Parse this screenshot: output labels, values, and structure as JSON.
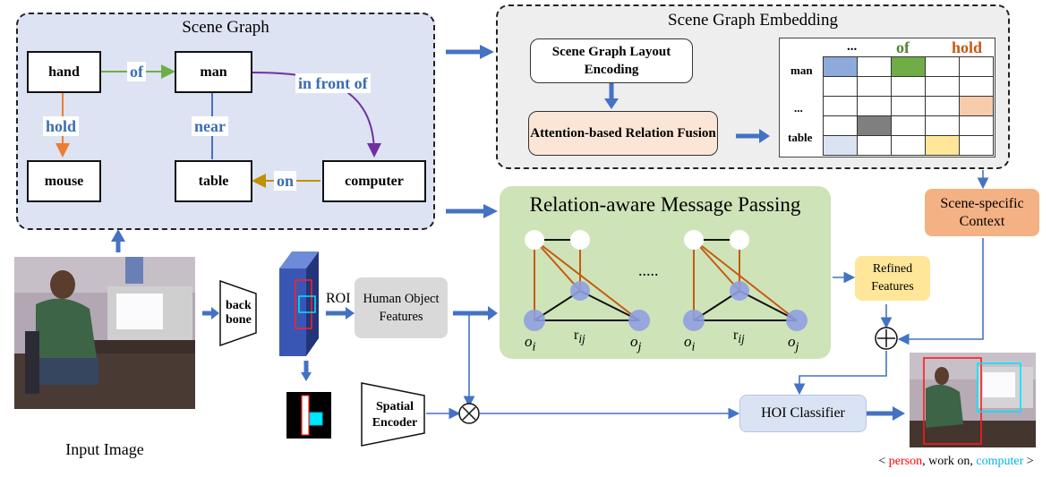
{
  "scene_graph": {
    "title": "Scene Graph",
    "nodes": {
      "hand": "hand",
      "man": "man",
      "mouse": "mouse",
      "table": "table",
      "computer": "computer"
    },
    "edges": {
      "of": "of",
      "in_front_of": "in front of",
      "hold": "hold",
      "near": "near",
      "on": "on"
    }
  },
  "embedding": {
    "title": "Scene Graph Embedding",
    "layout_encoding": "Scene Graph Layout Encoding",
    "attention_fusion": "Attention-based Relation Fusion",
    "matrix": {
      "col_headers": [
        "...",
        "of",
        "hold"
      ],
      "row_labels": [
        "man",
        "...",
        "table"
      ]
    }
  },
  "message_passing": {
    "title": "Relation-aware Message Passing",
    "dots": ".....",
    "labels": {
      "oi": "o",
      "oi_sub": "i",
      "rij": "r",
      "rij_sub": "ij",
      "oj": "o",
      "oj_sub": "j"
    }
  },
  "pipeline": {
    "input_caption": "Input Image",
    "backbone": "back bone",
    "roi": "ROI",
    "human_object_features": "Human Object Features",
    "spatial_encoder": "Spatial Encoder",
    "refined_features": "Refined Features",
    "scene_context": "Scene-specific Context",
    "hoi_classifier": "HOI Classifier"
  },
  "output": {
    "open": "< ",
    "person": "person",
    "sep": ", work on, ",
    "object": "computer",
    "close": " >"
  },
  "colors": {
    "arrow_blue": "#4472c4",
    "edge_green": "#70ad47",
    "edge_purple": "#7030a0",
    "edge_orange": "#ed7d31",
    "edge_gold": "#bf9000",
    "person": "#ff0000",
    "object": "#00b0f0"
  }
}
